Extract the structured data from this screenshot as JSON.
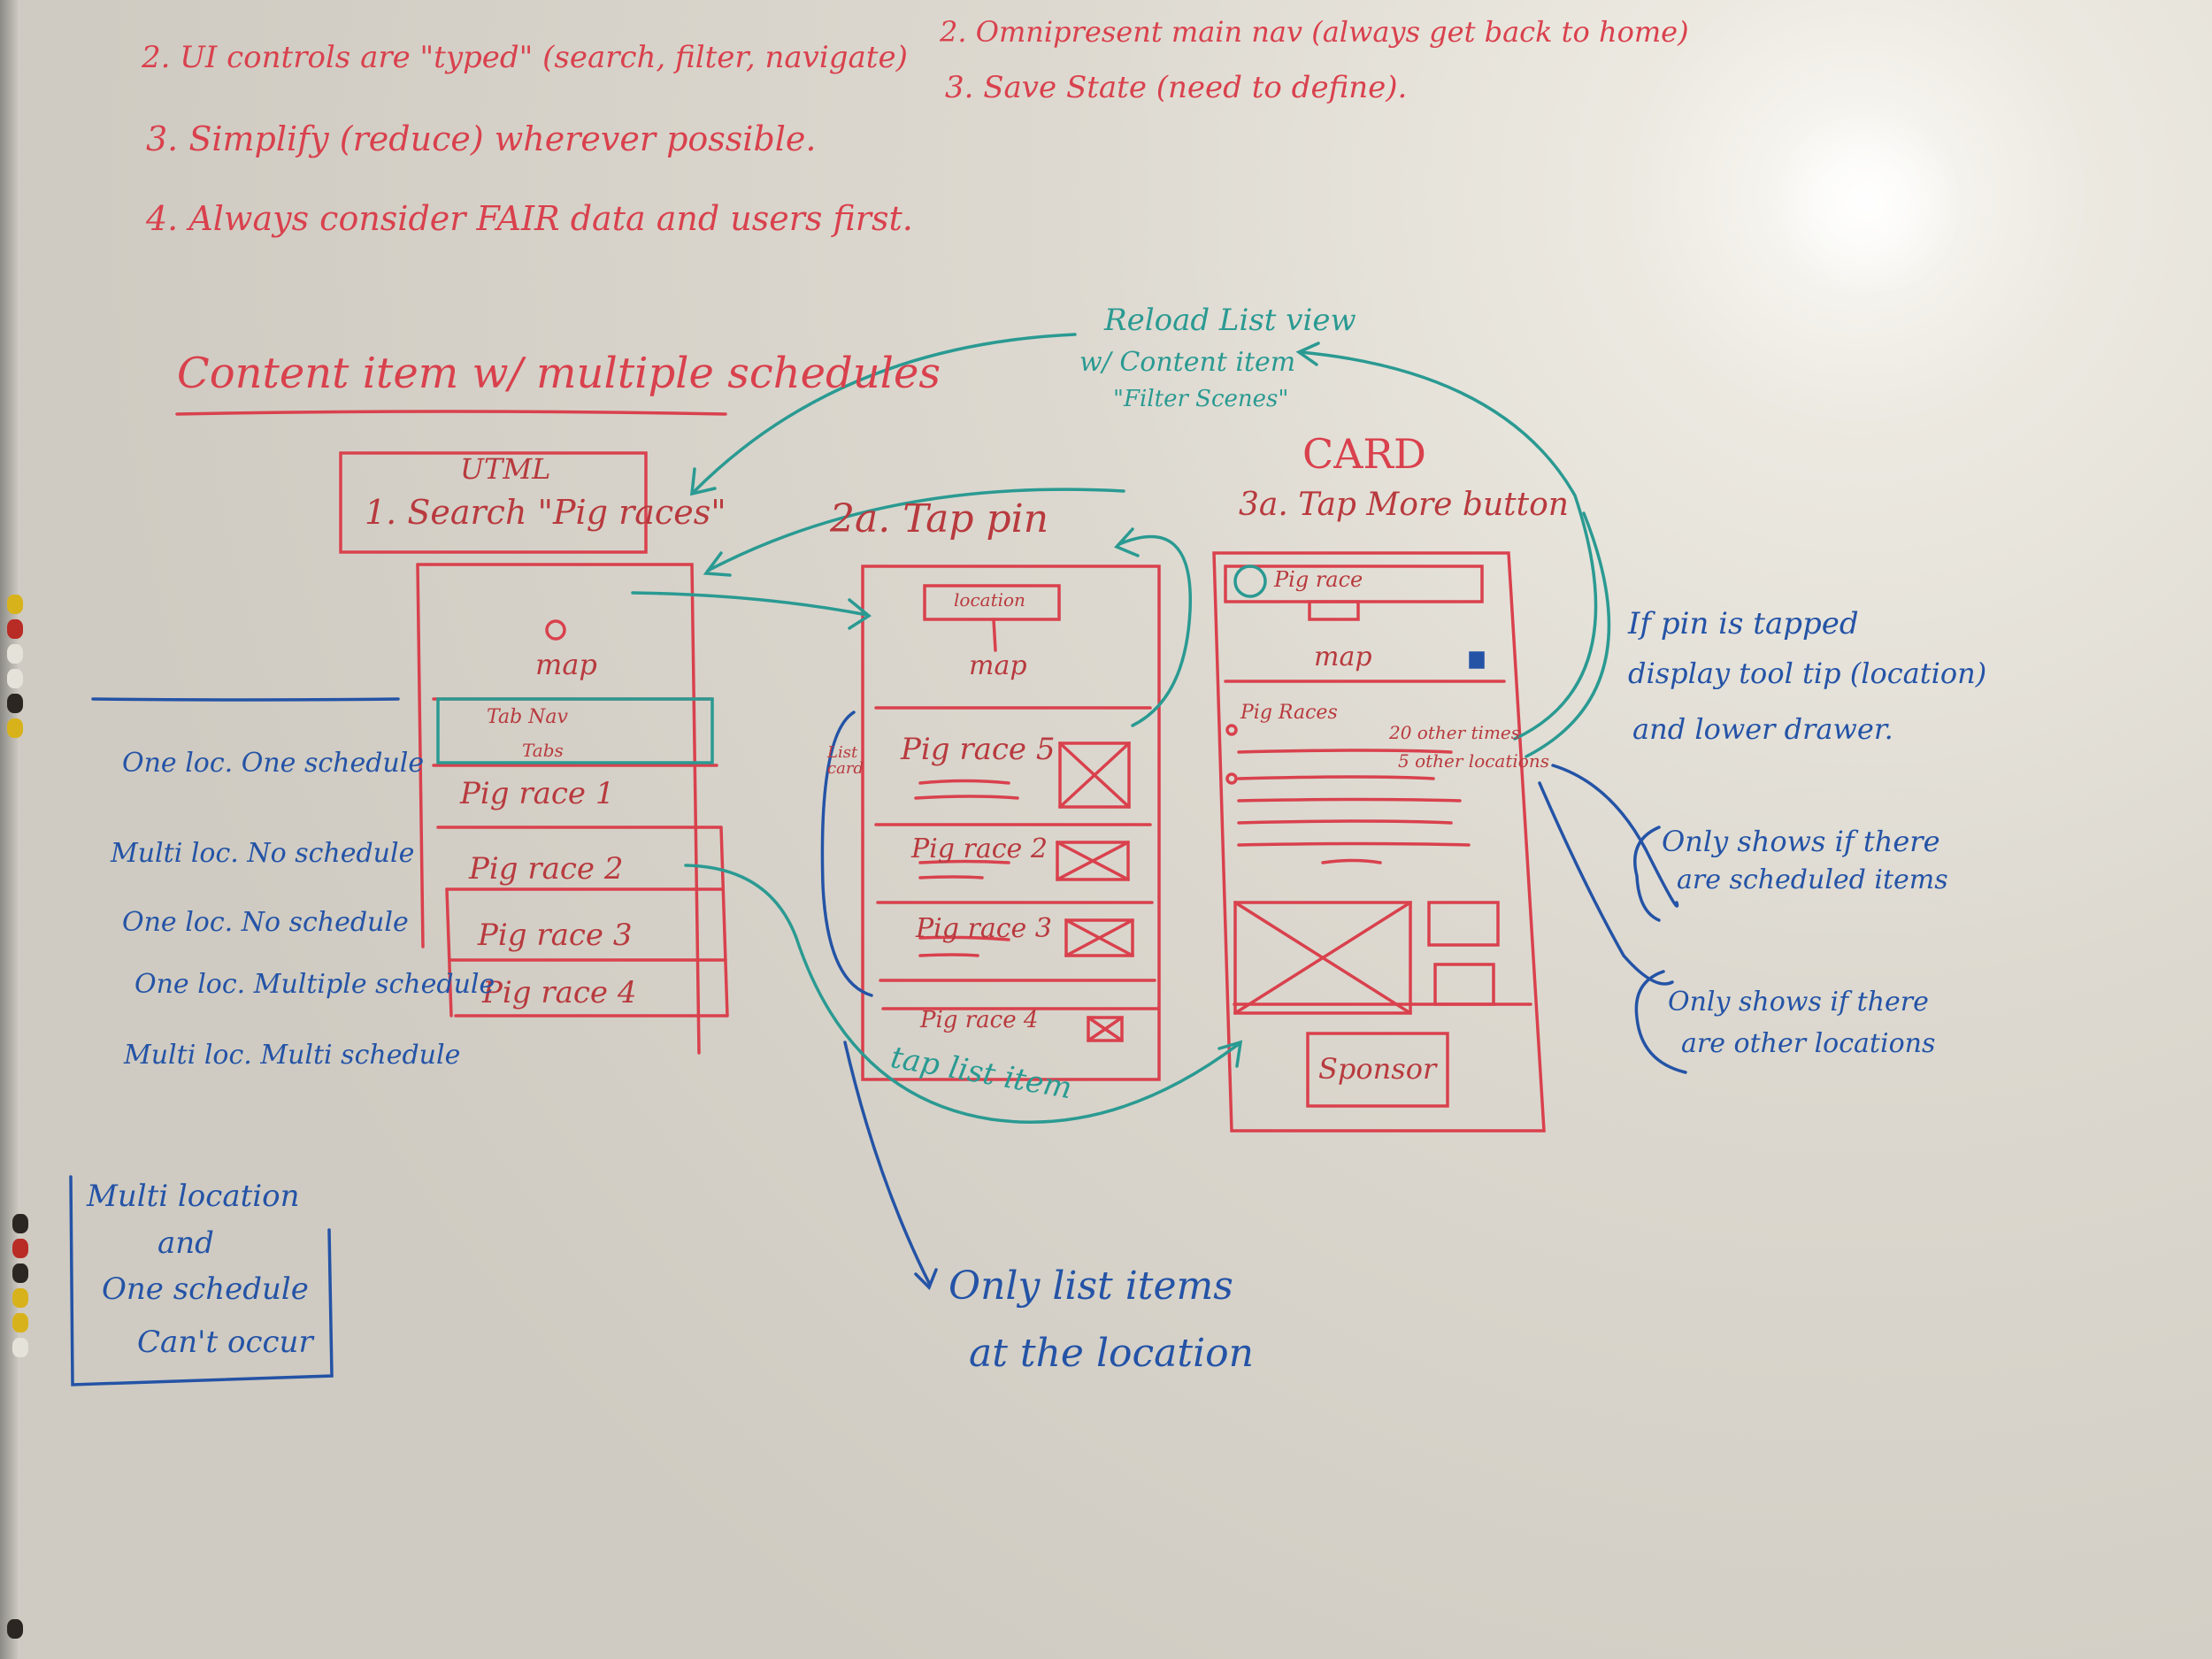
{
  "rules_left": [
    "2. UI controls are \"typed\" (search, filter, navigate)",
    "3. Simplify (reduce) wherever possible.",
    "4. Always consider FAIR data and users first."
  ],
  "rules_right": [
    "2. Omnipresent main nav (always get back to home)",
    "3. Save State (need to define)."
  ],
  "heading": "Content item w/ multiple schedules",
  "screen1": {
    "label": "UTML",
    "step": "1. Search \"Pig races\"",
    "map": "map",
    "tab_nav": "Tab Nav",
    "tabs": "Tabs",
    "items": [
      "Pig race 1",
      "Pig race 2",
      "Pig race 3",
      "Pig race 4"
    ]
  },
  "screen2": {
    "step": "2a. Tap pin",
    "location": "location",
    "map": "map",
    "side_label": "List card",
    "items": [
      "Pig race 5",
      "Pig race 2",
      "Pig race 3",
      "Pig race 4"
    ]
  },
  "screen3": {
    "title": "CARD",
    "step": "3a. Tap More button",
    "search": "Pig race",
    "map": "map",
    "card_title": "Pig Races",
    "other_times": "20 other times",
    "other_locations": "5 other locations",
    "sponsor": "Sponsor"
  },
  "reload_note": [
    "Reload List view",
    "w/ Content item",
    "\"Filter Scenes\""
  ],
  "tap_list_item": "tap list item",
  "cases": [
    "One loc. One schedule",
    "Multi loc. No schedule",
    "One loc. No schedule",
    "One loc. Multiple schedule",
    "Multi loc. Multi schedule"
  ],
  "box_note": [
    "Multi location",
    "and",
    "One schedule",
    "Can't occur"
  ],
  "list_note": [
    "Only list items",
    "at the location"
  ],
  "pin_note": [
    "If pin is tapped",
    "display tool tip (location)",
    "and lower drawer."
  ],
  "sched_note": [
    "Only shows if there",
    "are scheduled items"
  ],
  "loc_note": [
    "Only shows if there",
    "are other locations"
  ],
  "colors": {
    "red_marker": "#d9414d",
    "blue_marker": "#2453a6",
    "teal_marker": "#2a9a92",
    "board": "#e3e0d8"
  }
}
